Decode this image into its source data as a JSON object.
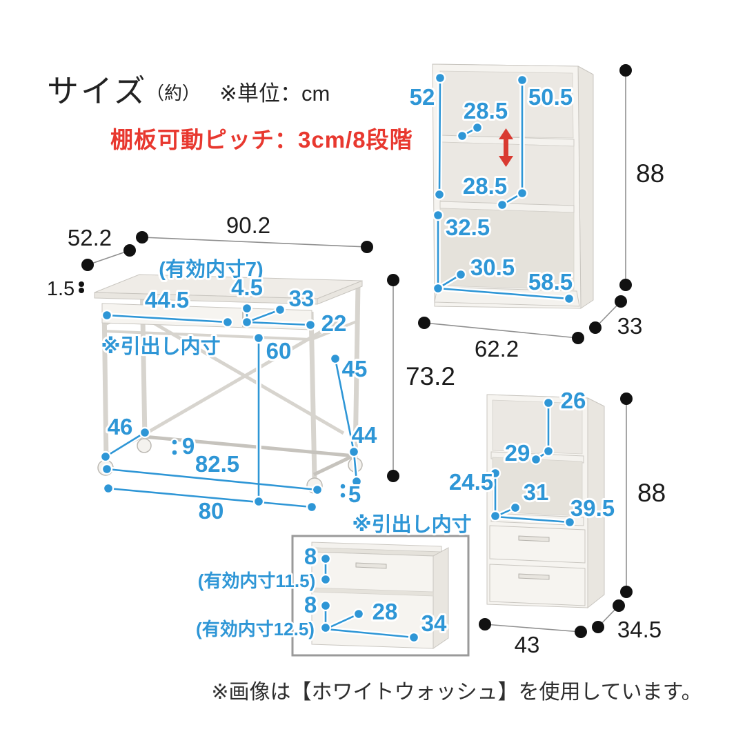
{
  "header": {
    "title": "サイズ",
    "approx": "（約）",
    "unit": "※単位：cm",
    "shelf_pitch_note": "棚板可動ピッチ：3cm/8段階"
  },
  "footer": {
    "color_note": "※画像は【ホワイトウォッシュ】を使用しています。"
  },
  "desk": {
    "width": "90.2",
    "depth": "52.2",
    "top_thickness": "1.5",
    "frame_height": "73.2",
    "top_clearance_note": "(有効内寸7)",
    "drawer_inner_note": "※引出し内寸",
    "drawer_left_inner_width": "44.5",
    "drawer_divider": "4.5",
    "drawer_right_inner_width": "33",
    "drawer_inner_depth": "22",
    "inner_width": "60",
    "side_inner_height": "45",
    "left_rail_length": "46",
    "rail_floor_gap": "9",
    "right_rail_length": "44",
    "inner_rail_span": "82.5",
    "caster_height": "5",
    "base_width": "80"
  },
  "bookshelf": {
    "height": "88",
    "width": "62.2",
    "depth": "33",
    "left_inner_height": "52",
    "right_inner_height": "50.5",
    "upper_shelf_depth": "28.5",
    "middle_shelf_depth": "28.5",
    "lower_inner_height": "32.5",
    "lower_inner_depth": "30.5",
    "lower_inner_width": "58.5"
  },
  "cabinet": {
    "height": "88",
    "width": "43",
    "depth": "34.5",
    "top_inner_height": "26",
    "top_shelf_depth": "29",
    "middle_inner_height": "24.5",
    "middle_inner_depth": "31",
    "middle_inner_width": "39.5"
  },
  "drawer_detail": {
    "note": "※引出し内寸",
    "upper_height": "8",
    "upper_inner_note": "(有効内寸11.5)",
    "lower_height": "8",
    "lower_inner_note": "(有効内寸12.5)",
    "inner_depth": "28",
    "inner_width": "34"
  }
}
